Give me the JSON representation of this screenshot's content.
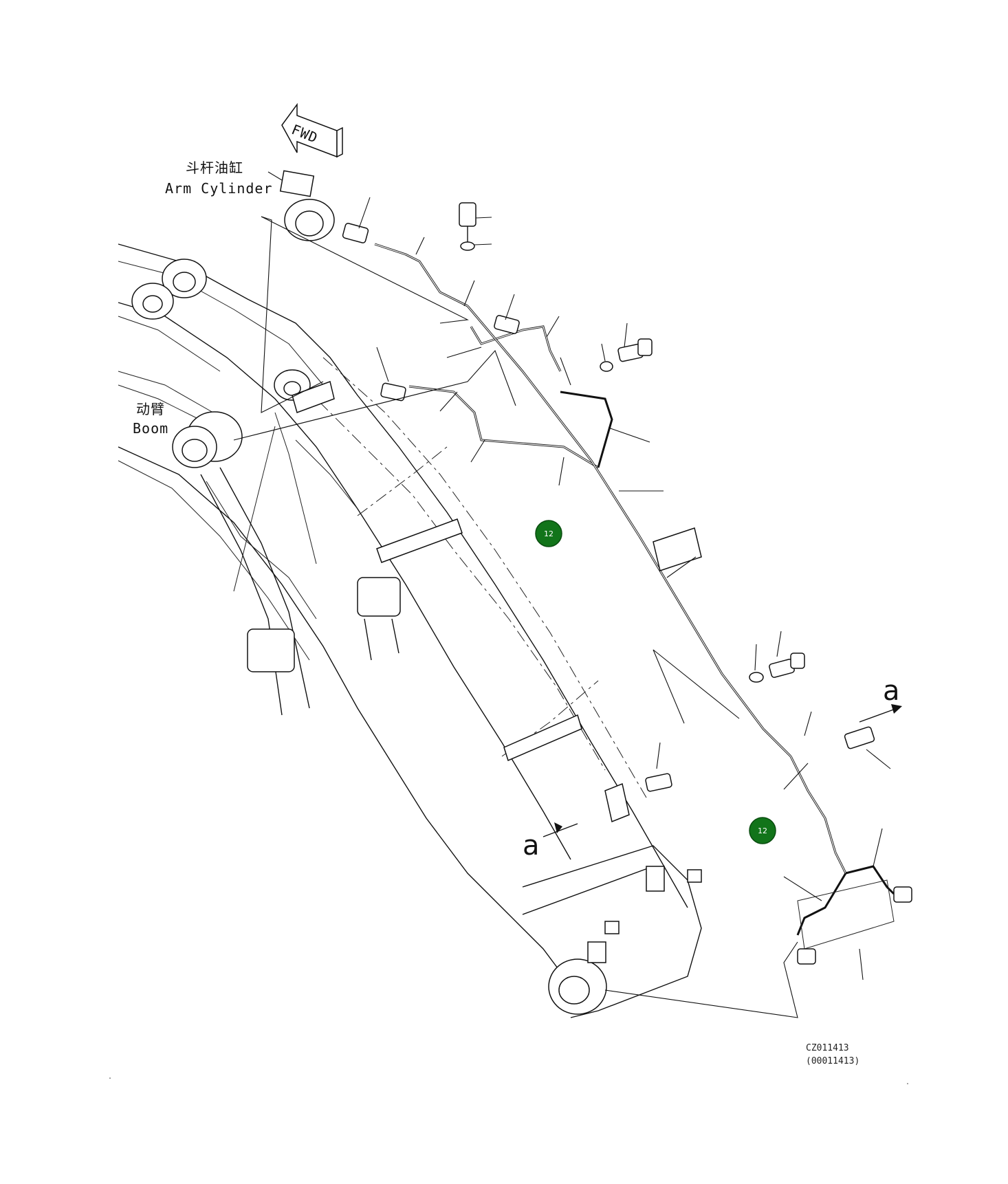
{
  "labels": {
    "arm_cylinder_cn": "斗杆油缸",
    "arm_cylinder_en": "Arm Cylinder",
    "boom_cn": "动臂",
    "boom_en": "Boom",
    "fwd": "FWD",
    "view_a_top": "a",
    "view_a_bottom": "a"
  },
  "callouts": [
    {
      "text": "12"
    },
    {
      "text": "12"
    }
  ],
  "drawing_code": {
    "primary": "CZ011413",
    "secondary": "(00011413)"
  },
  "colors": {
    "badge": "#12741a",
    "line": "#111111",
    "background": "#ffffff"
  }
}
